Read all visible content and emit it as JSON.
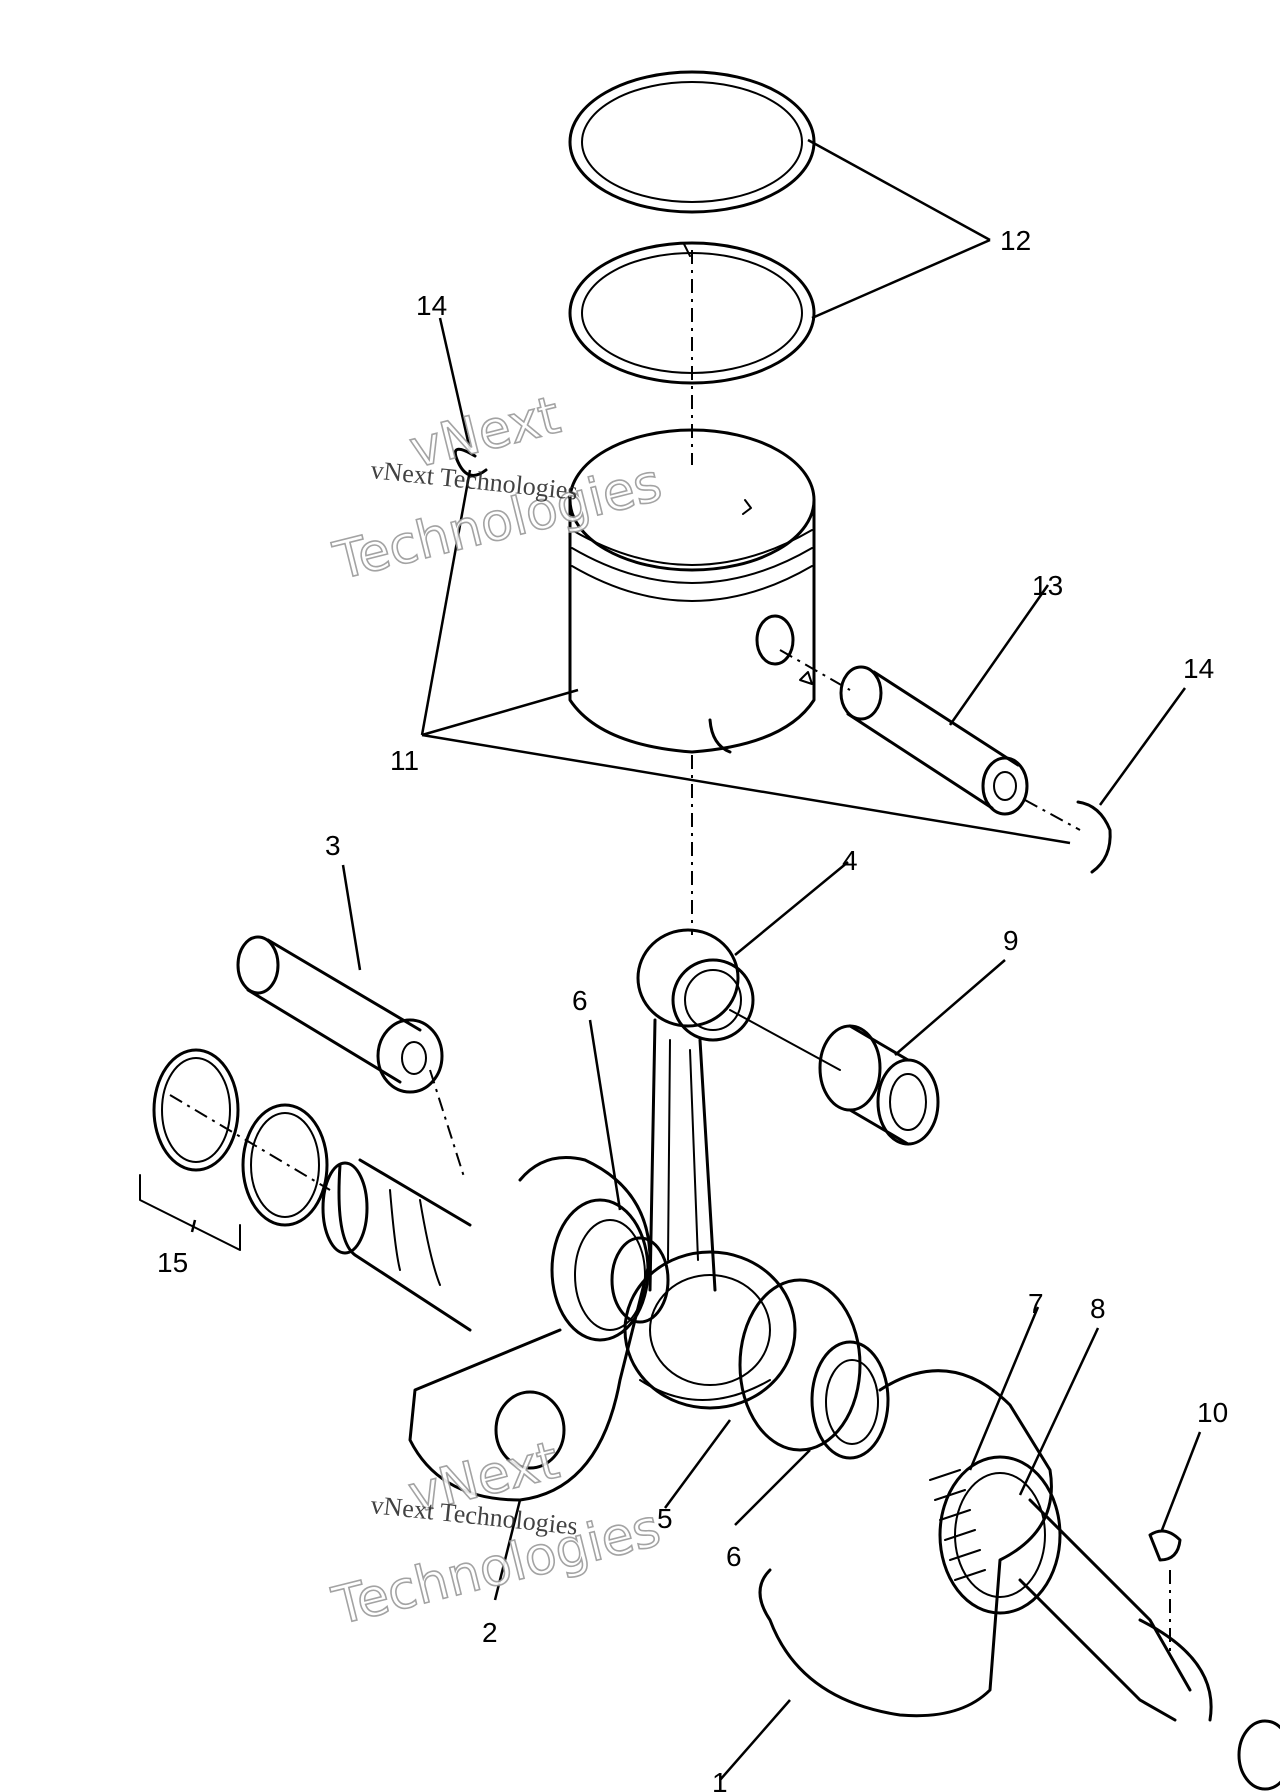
{
  "callouts": {
    "c1": "1",
    "c2": "2",
    "c3": "3",
    "c4": "4",
    "c5": "5",
    "c6a": "6",
    "c6b": "6",
    "c7": "7",
    "c8": "8",
    "c9": "9",
    "c10": "10",
    "c11": "11",
    "c12": "12",
    "c13": "13",
    "c14a": "14",
    "c14b": "14",
    "c15": "15"
  },
  "watermark": {
    "line1": "vNext",
    "line2": "Technologies",
    "caption": "vNext Technologies"
  }
}
